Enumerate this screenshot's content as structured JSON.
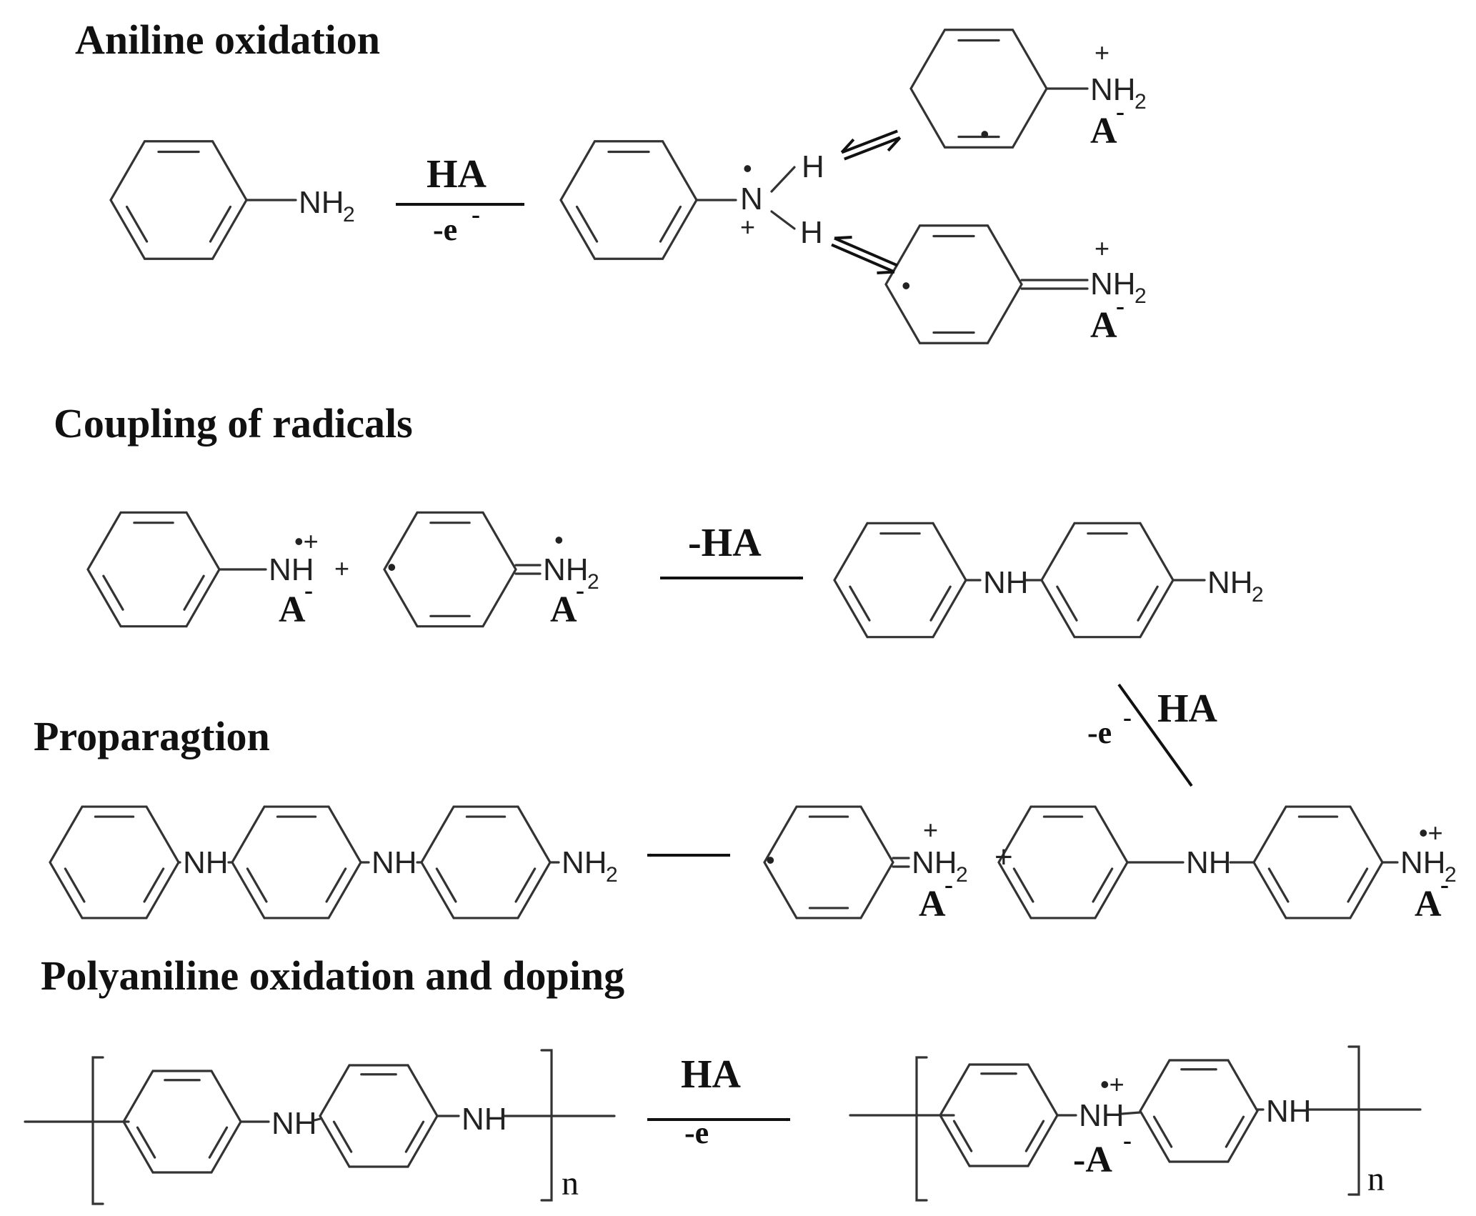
{
  "headings": {
    "aniline_oxidation": "Aniline oxidation",
    "coupling": "Coupling of radicals",
    "propagation": "Proparagtion",
    "polyaniline": "Polyaniline oxidation and doping"
  },
  "labels": {
    "n": "N",
    "nh": "NH",
    "h": "H",
    "two": "2",
    "plus": "+",
    "minus": "-",
    "dot": "•",
    "dot_plus": "•+",
    "a": "A",
    "neg_a": "-A",
    "ha": "HA",
    "minus_e": "-e",
    "minus_ha": "-HA",
    "n_index": "n"
  }
}
